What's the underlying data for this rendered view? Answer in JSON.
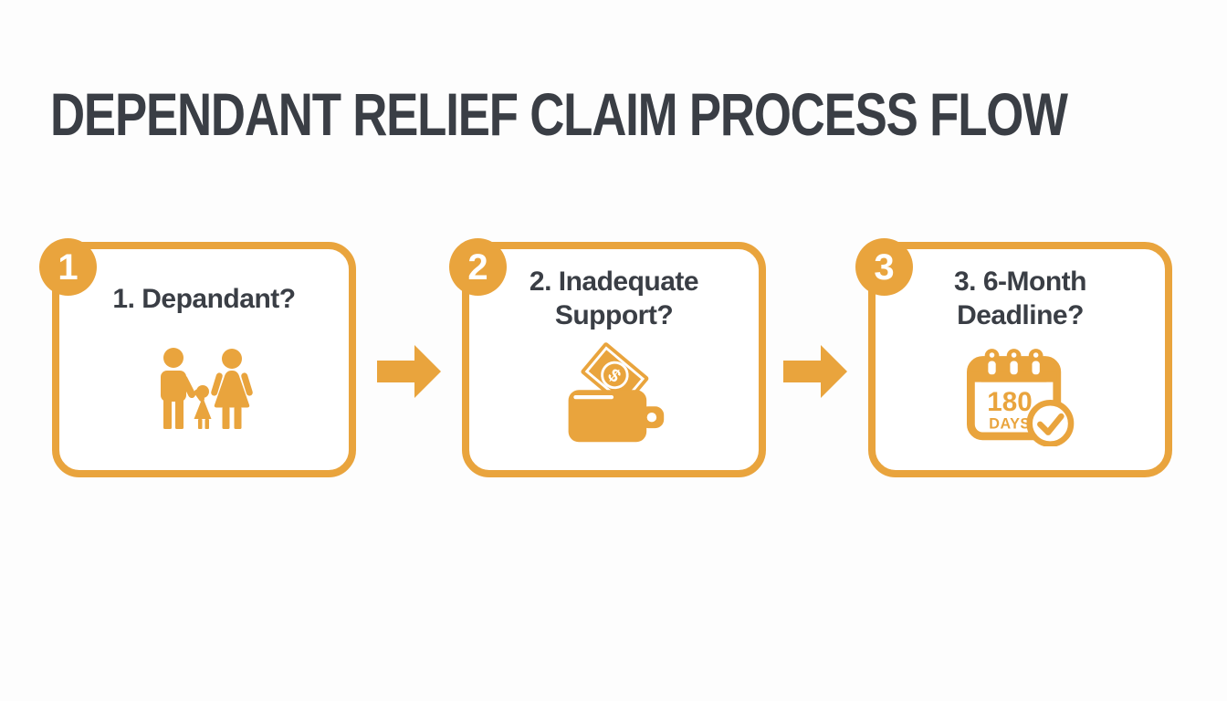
{
  "page": {
    "title": "DEPENDANT RELIEF CLAIM PROCESS FLOW",
    "background": "#FDFDFD"
  },
  "colors": {
    "accent_orange": "#E9A43D",
    "heading_dark": "#3A3E45",
    "badge_text": "#FFFFFF",
    "box_fill": "#FFFFFF"
  },
  "steps": [
    {
      "number": "1",
      "title_line1": "1. Depandant?",
      "title_line2": "",
      "icon": "family-icon"
    },
    {
      "number": "2",
      "title_line1": "2. Inadequate",
      "title_line2": "Support?",
      "icon": "wallet-money-icon"
    },
    {
      "number": "3",
      "title_line1": "3. 6-Month",
      "title_line2": "Deadline?",
      "icon": "calendar-deadline-icon"
    }
  ],
  "icons_data": {
    "wallet": {
      "currency_symbol": "$"
    },
    "calendar": {
      "value": "180",
      "unit": "DAYS"
    }
  },
  "connectors": [
    {
      "icon": "arrow-right-icon"
    },
    {
      "icon": "arrow-right-icon"
    }
  ]
}
